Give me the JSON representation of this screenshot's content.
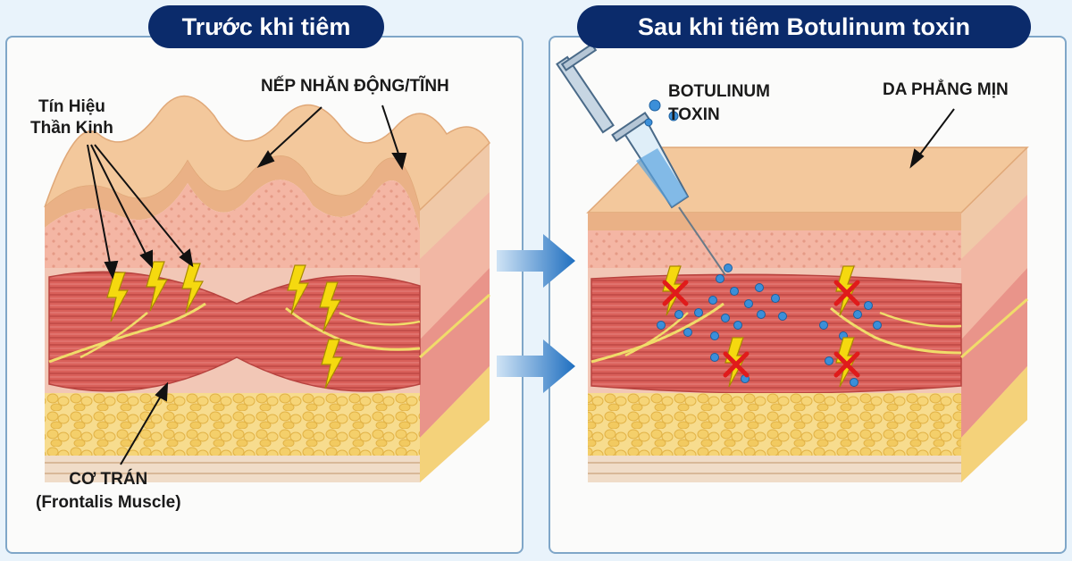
{
  "headers": {
    "before": "Trước khi tiêm",
    "after": "Sau khi tiêm Botulinum toxin"
  },
  "labels": {
    "wrinkles": "NẾP NHĂN ĐỘNG/TĨNH",
    "nerve_signal_line1": "Tín Hiệu",
    "nerve_signal_line2": "Thần Kinh",
    "muscle_line1": "CƠ TRÁN",
    "muscle_line2": "(Frontalis Muscle)",
    "toxin_line1": "BOTULINUM",
    "toxin_line2": "TOXIN",
    "smooth_skin": "DA PHẲNG MỊN"
  },
  "colors": {
    "header_bg": "#0b2b6b",
    "panel_border": "#7fa6c8",
    "skin_top": "#f3c89c",
    "dermis": "#f4b6a4",
    "muscle": "#d9605a",
    "fat": "#f4d27a",
    "bolt": "#f5d90f",
    "block_x": "#e01b1b",
    "toxin_dot": "#3b8fd9",
    "arrow": "#1f6fc0"
  },
  "icons": [
    "syringe-icon",
    "lightning-bolt-icon",
    "red-x-icon",
    "toxin-molecule-icon",
    "transition-arrow-icon"
  ]
}
